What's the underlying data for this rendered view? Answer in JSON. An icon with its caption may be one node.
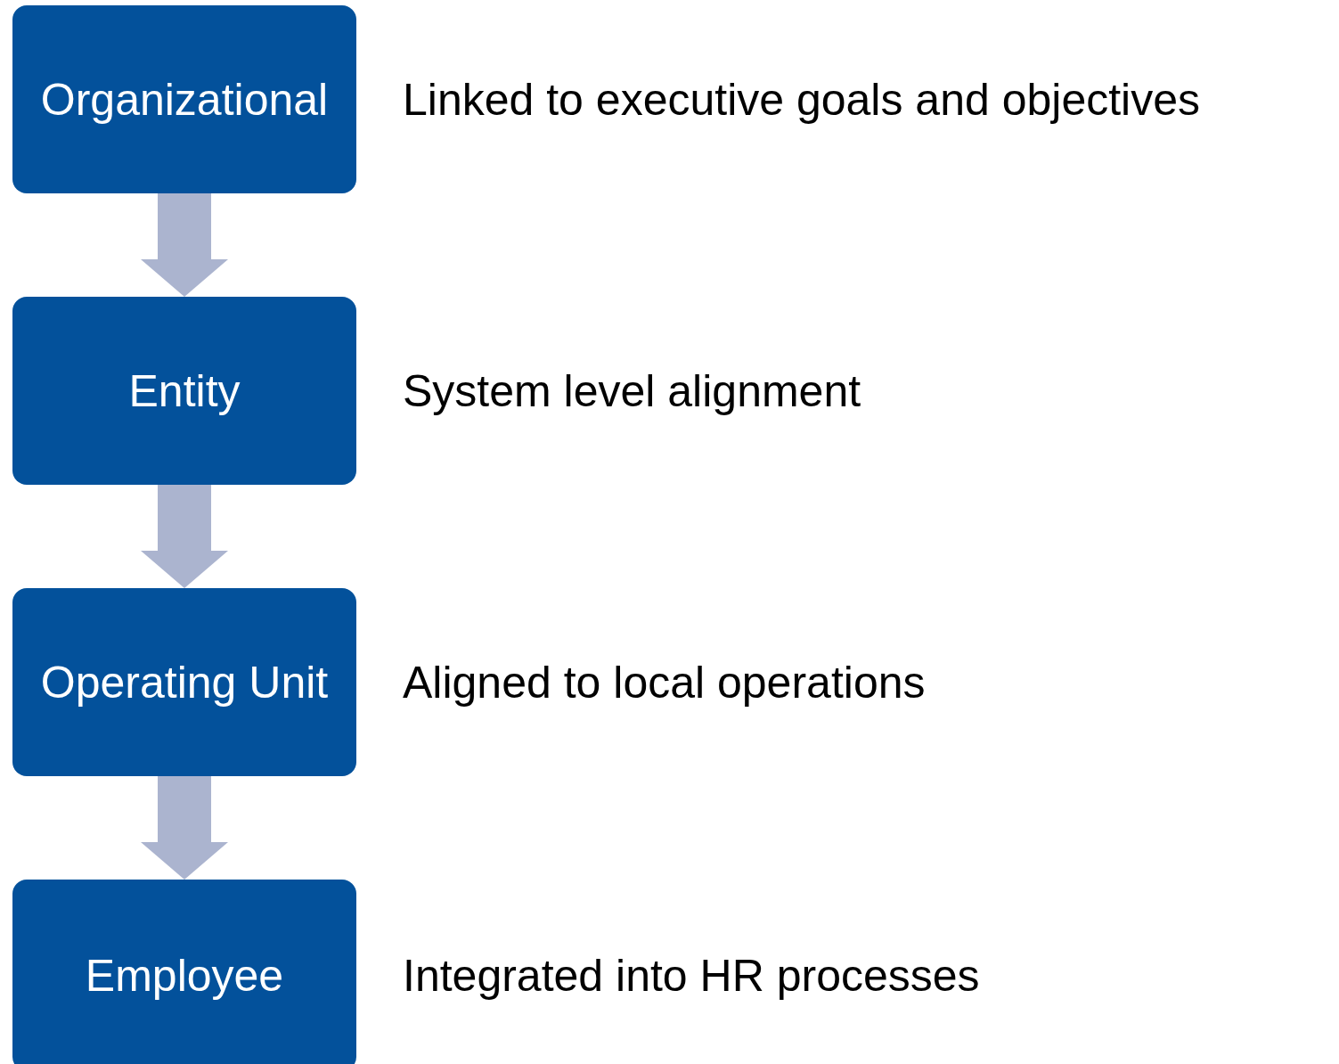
{
  "diagram": {
    "nodes": [
      {
        "text": [
          "Organizational"
        ],
        "beside": [
          "Linked to executive goals and objectives"
        ]
      },
      {
        "text": [
          "Entity"
        ],
        "beside": [
          "System level alignment"
        ]
      },
      {
        "text": [
          "Operating Unit"
        ],
        "beside": [
          "Aligned to local operations"
        ]
      },
      {
        "text": [
          "Employee"
        ],
        "beside": [
          "Integrated into HR processes"
        ]
      }
    ],
    "edges": [
      {
        "from": 0,
        "to": 1,
        "arrow": "to"
      },
      {
        "from": 1,
        "to": 2,
        "arrow": "to"
      },
      {
        "from": 2,
        "to": 3,
        "arrow": "to"
      }
    ]
  }
}
